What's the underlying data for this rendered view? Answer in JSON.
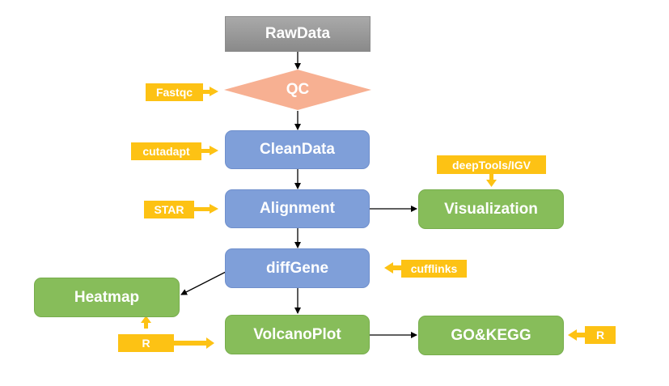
{
  "nodes": {
    "rawdata": "RawData",
    "qc": "QC",
    "cleandata": "CleanData",
    "alignment": "Alignment",
    "visualization": "Visualization",
    "diffgene": "diffGene",
    "heatmap": "Heatmap",
    "volcanoplot": "VolcanoPlot",
    "gokegg": "GO&KEGG"
  },
  "tools": {
    "fastqc": "Fastqc",
    "cutadapt": "cutadapt",
    "star": "STAR",
    "deeptools_igv": "deepTools/IGV",
    "cufflinks": "cufflinks",
    "r_left": "R",
    "r_right": "R"
  },
  "colors": {
    "raw": "#999999",
    "qc": "#f7b092",
    "process": "#7f9fd9",
    "result": "#87bd5a",
    "tool": "#fdc214",
    "edge": "#000000"
  }
}
